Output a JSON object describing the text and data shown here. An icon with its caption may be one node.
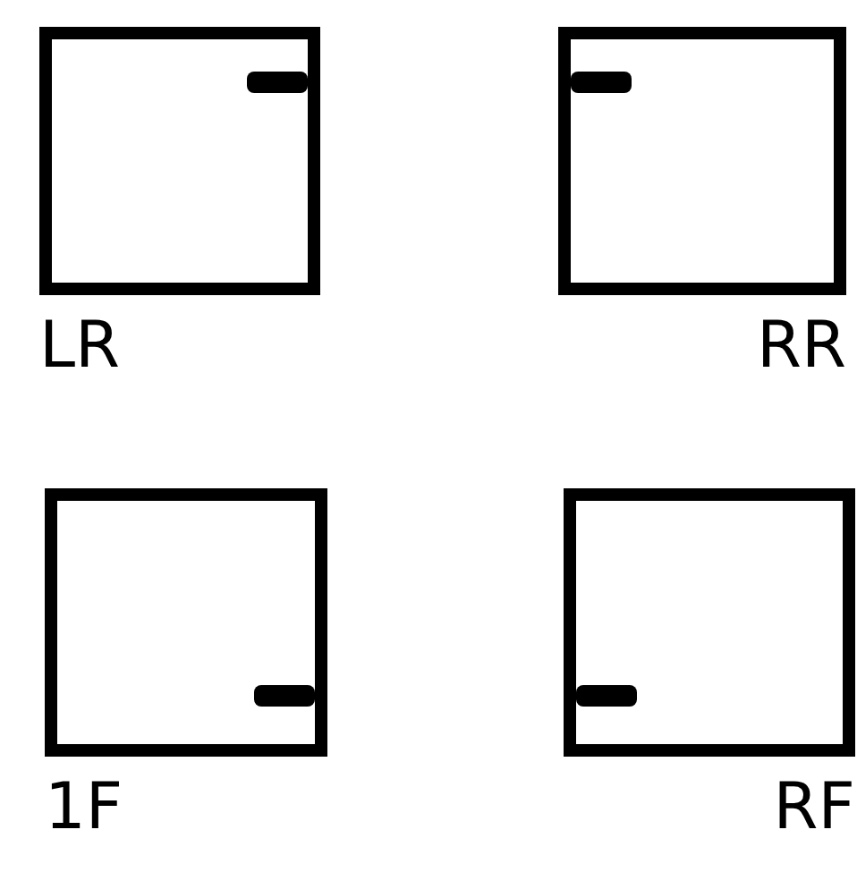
{
  "diagram": {
    "nodes": [
      {
        "text": [
          "LR"
        ]
      },
      {
        "text": [
          "RR"
        ]
      },
      {
        "text": [
          "1F"
        ]
      },
      {
        "text": [
          "RF"
        ]
      }
    ]
  }
}
